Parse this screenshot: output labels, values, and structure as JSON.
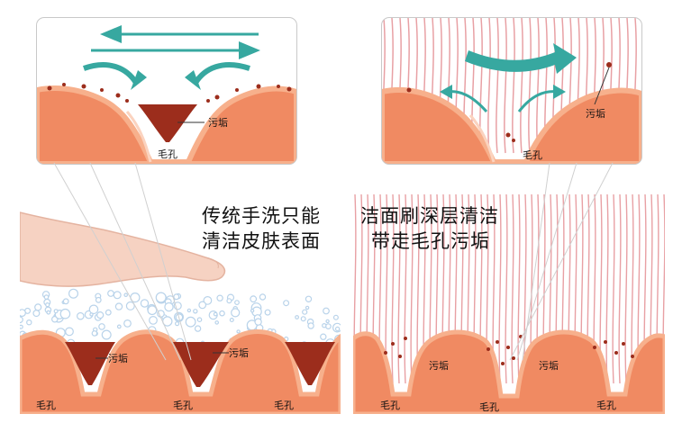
{
  "left_panel": {
    "caption_line1": "传统手洗只能",
    "caption_line2": "清洁皮肤表面",
    "zoom_dirt_label": "污垢",
    "zoom_pore_label": "毛孔",
    "dirt_label_a": "污垢",
    "dirt_label_b": "污垢",
    "pore_label_a": "毛孔",
    "pore_label_b": "毛孔",
    "pore_label_c": "毛孔"
  },
  "right_panel": {
    "caption_line1": "洁面刷深层清洁",
    "caption_line2": "带走毛孔污垢",
    "zoom_dirt_label": "污垢",
    "zoom_pore_label": "毛孔",
    "dirt_label_a": "污垢",
    "dirt_label_b": "污垢",
    "pore_label_a": "毛孔",
    "pore_label_b": "毛孔",
    "pore_label_c": "毛孔"
  },
  "colors": {
    "skin": "#f08a62",
    "skin_light": "#f7b08c",
    "dirt": "#9c2d1c",
    "arrow": "#37a8a0",
    "bristle": "#e8a0a4",
    "frame": "#c9c9c9"
  }
}
